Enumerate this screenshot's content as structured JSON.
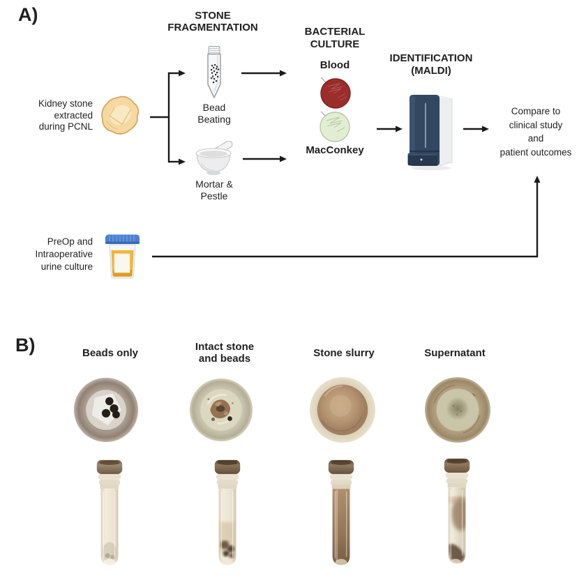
{
  "colors": {
    "blood_agar": "#9b2d2a",
    "macconkey_agar": "#e2eed3",
    "urine_yellow": "#f2b537",
    "lid_blue": "#4a7fd0",
    "maldi_navy": "#334760",
    "arrow": "#1a1a1a",
    "stone_fill": "#f5d9a0",
    "tube_cap_brown": "#7d6852"
  },
  "icons": {
    "kidney_stone": "kidney-stone-icon",
    "bead_tube": "bead-beating-tube-icon",
    "mortar_pestle": "mortar-pestle-icon",
    "blood_plate": "blood-agar-plate-icon",
    "macconkey_plate": "macconkey-agar-plate-icon",
    "maldi": "maldi-instrument-icon",
    "urine_cup": "urine-specimen-cup-icon"
  },
  "panel_a": {
    "label": "A)",
    "source": {
      "line1": "Kidney stone",
      "line2": "extracted",
      "line3": "during PCNL"
    },
    "fragmentation": {
      "heading_line1": "STONE",
      "heading_line2": "FRAGMENTATION",
      "bead_beating": {
        "line1": "Bead",
        "line2": "Beating"
      },
      "mortar_pestle": {
        "line1": "Mortar &",
        "line2": "Pestle"
      }
    },
    "culture": {
      "heading_line1": "BACTERIAL",
      "heading_line2": "CULTURE",
      "blood_label": "Blood",
      "macconkey_label": "MacConkey"
    },
    "identification": {
      "heading_line1": "IDENTIFICATION",
      "heading_line2": "(MALDI)"
    },
    "outcome": {
      "line1": "Compare to",
      "line2": "clinical study",
      "line3": "and",
      "line4": "patient outcomes"
    },
    "urine": {
      "line1": "PreOp and",
      "line2": "Intraoperative",
      "line3": "urine culture"
    }
  },
  "panel_b": {
    "label": "B)",
    "columns": [
      {
        "line1": "Beads only",
        "line2": ""
      },
      {
        "line1": "Intact stone",
        "line2": "and beads"
      },
      {
        "line1": "Stone slurry",
        "line2": ""
      },
      {
        "line1": "Supernatant",
        "line2": ""
      }
    ]
  }
}
